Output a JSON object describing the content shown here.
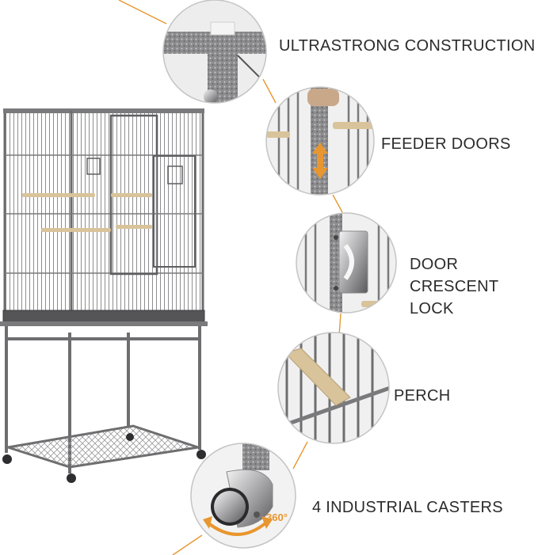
{
  "features": [
    {
      "id": "construction",
      "label": "ULTRASTRONG CONSTRUCTION"
    },
    {
      "id": "feeder",
      "label": "FEEDER DOORS"
    },
    {
      "id": "lock",
      "label": "DOOR CRESCENT LOCK"
    },
    {
      "id": "perch",
      "label": "PERCH"
    },
    {
      "id": "casters",
      "label": "4 INDUSTRIAL CASTERS"
    }
  ],
  "rotation_badge": "360°",
  "colors": {
    "accent": "#e8962f",
    "frame": "#8a8a8c",
    "wire": "#9a9a9c",
    "perch_wood": "#d9c39a",
    "label_text": "#2b2b2b"
  },
  "icons": [
    "double-arrow-icon",
    "rotation-arrow-icon"
  ]
}
